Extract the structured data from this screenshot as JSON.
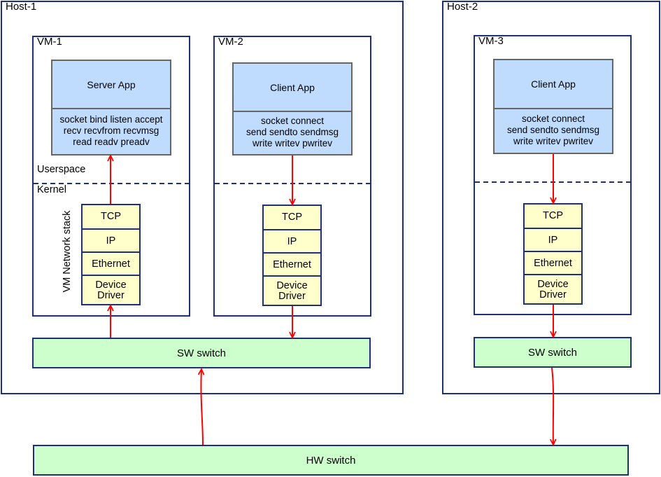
{
  "hosts": [
    {
      "label": "Host-1"
    },
    {
      "label": "Host-2"
    }
  ],
  "vms": [
    {
      "label": "VM-1"
    },
    {
      "label": "VM-2"
    },
    {
      "label": "VM-3"
    }
  ],
  "apps": [
    {
      "title": "Server App",
      "lines": [
        "socket bind listen accept",
        "recv recvfrom recvmsg",
        "read readv preadv"
      ]
    },
    {
      "title": "Client App",
      "lines": [
        "socket connect",
        "send sendto sendmsg",
        "write writev pwritev"
      ]
    },
    {
      "title": "Client App",
      "lines": [
        "socket connect",
        "send sendto sendmsg",
        "write writev pwritev"
      ]
    }
  ],
  "stack_layers": [
    "TCP",
    "IP",
    "Ethernet",
    "Device Driver"
  ],
  "labels": {
    "userspace": "Userspace",
    "kernel": "Kernel",
    "vm_network_stack": "VM Network stack"
  },
  "switches": {
    "sw_switch_host1": "SW switch",
    "sw_switch_host2": "SW switch",
    "hw_switch": "HW switch"
  },
  "colors": {
    "border": "#1f2f7a",
    "app_fill": "#bfdcff",
    "stack_fill": "#ffffcc",
    "switch_fill": "#ccffcc",
    "arrow": "#ff0000"
  }
}
